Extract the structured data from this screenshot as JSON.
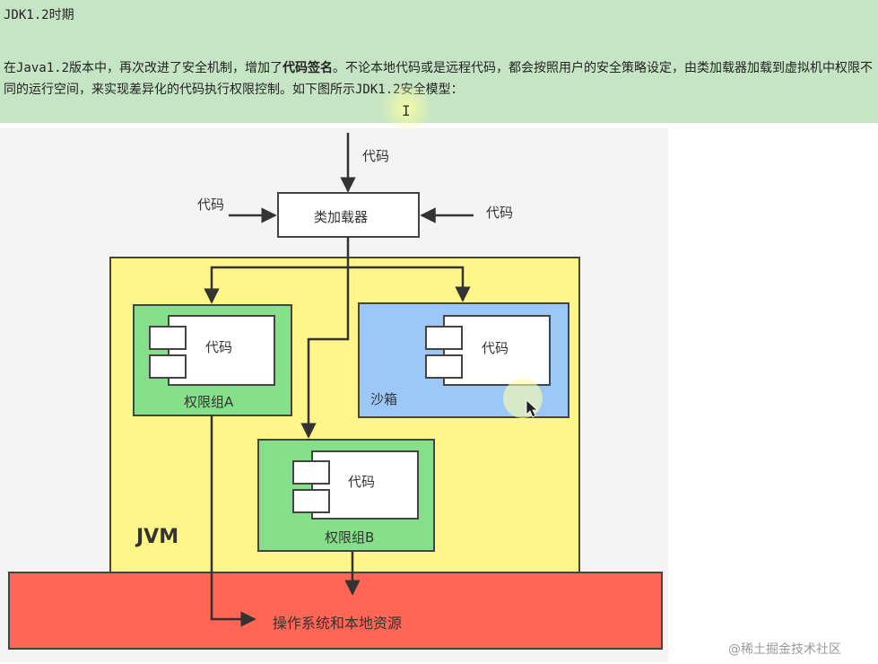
{
  "header": {
    "title": "JDK1.2时期",
    "para_part1": "在Java1.2版本中，再次改进了安全机制，增加了",
    "para_bold": "代码签名",
    "para_part2": "。不论本地代码或是远程代码，都会按照用户的安全策略设定，由类加载器加载到虚拟机中权限不同的运行空间，来实现差异化的代码执行权限控制。如下图所示JDK1.2安全模型："
  },
  "diagram": {
    "code_top": "代码",
    "code_left": "代码",
    "code_right": "代码",
    "class_loader": "类加载器",
    "group_a_code": "代码",
    "group_a_label": "权限组A",
    "sandbox_code": "代码",
    "sandbox_label": "沙箱",
    "group_b_code": "代码",
    "group_b_label": "权限组B",
    "jvm_label": "JVM",
    "os_label": "操作系统和本地资源"
  },
  "colors": {
    "header_bg": "#c6e5c4",
    "jvm_fill": "#fff68a",
    "group_fill": "#86e08a",
    "sandbox_fill": "#9cc8f8",
    "os_fill": "#ff6655"
  },
  "watermark": "@稀土掘金技术社区"
}
